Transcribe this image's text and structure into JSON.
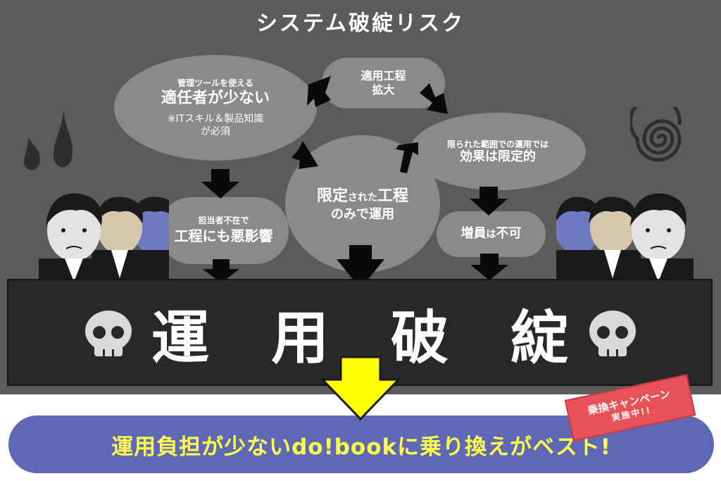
{
  "title": "システム破綻リスク",
  "bubbles": {
    "b1": {
      "sub": "管理ツールを使える",
      "main": "適任者が少ない",
      "note1": "※ITスキル＆製品知識",
      "note2": "が必須"
    },
    "b2": {
      "line1": "適用工程",
      "line2": "拡大"
    },
    "b3": {
      "sub": "限られた範囲での運用では",
      "main": "効果は限定的"
    },
    "b4": {
      "sub": "担当者不在で",
      "main": "工程にも悪影響"
    },
    "b5": {
      "main_a": "限定",
      "small": "された",
      "main_b": "工程",
      "line2": "のみで運用"
    },
    "b6": {
      "main_a": "増員",
      "small": "は",
      "main_b": "不可"
    }
  },
  "banner": {
    "chars": [
      "運",
      "用",
      "破",
      "綻"
    ]
  },
  "cta": {
    "text": "運用負担が少ないdo!bookに乗り換えがベスト!"
  },
  "ribbon": {
    "line1": "乗換キャンペーン",
    "line2": "実施中!!"
  },
  "colors": {
    "background": "#5b5b5b",
    "bubble": "#8a8a8a",
    "banner": "#282828",
    "cta": "#5e68b4",
    "cta_text": "#ffff4c",
    "ribbon": "#e65258",
    "down_arrow": "#ffff00"
  }
}
